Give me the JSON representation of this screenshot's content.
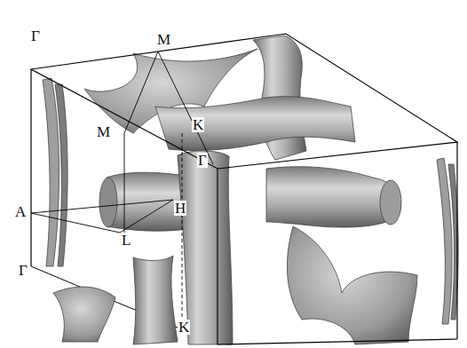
{
  "diagram": {
    "labels": [
      "Γ",
      "M",
      "K",
      "M",
      "Γ",
      "A",
      "H",
      "L",
      "Γ",
      "K"
    ]
  }
}
